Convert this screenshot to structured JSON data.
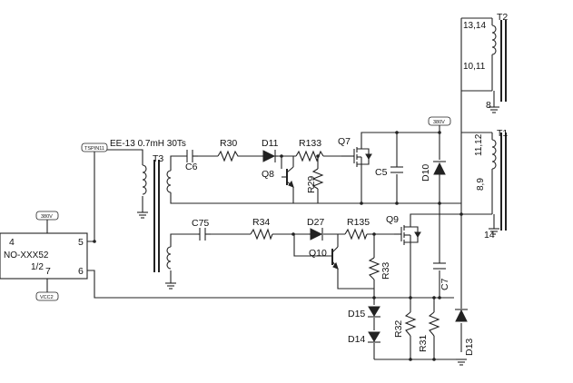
{
  "transformer_spec": "EE-13 0.7mH 30Ts",
  "tags": {
    "tspin": "TSPIN11",
    "v380_ic": "380V",
    "v380_right": "380V",
    "vcc2": "VCC2"
  },
  "ic": {
    "name": "NO-XXX52",
    "half": "1/2",
    "pins": {
      "p4": "4",
      "p5": "5",
      "p6": "6",
      "p7": "7"
    }
  },
  "transformers": {
    "t3": "T3",
    "t2": "T2",
    "t1": "T1"
  },
  "pins": {
    "t2_top": "13,14",
    "t2_bottom": "10,11",
    "t2_8": "8",
    "t1_top": "11,12",
    "t1_mid": "8,9",
    "t1_14": "14"
  },
  "components": {
    "c6": "C6",
    "c75": "C75",
    "c5": "C5",
    "c7": "C7",
    "r30": "R30",
    "r133": "R133",
    "r29": "R29",
    "r34": "R34",
    "r135": "R135",
    "r33": "R33",
    "r32": "R32",
    "r31": "R31",
    "d11": "D11",
    "d27": "D27",
    "d10": "D10",
    "d15": "D15",
    "d14": "D14",
    "d13": "D13",
    "q7": "Q7",
    "q8": "Q8",
    "q9": "Q9",
    "q10": "Q10"
  }
}
